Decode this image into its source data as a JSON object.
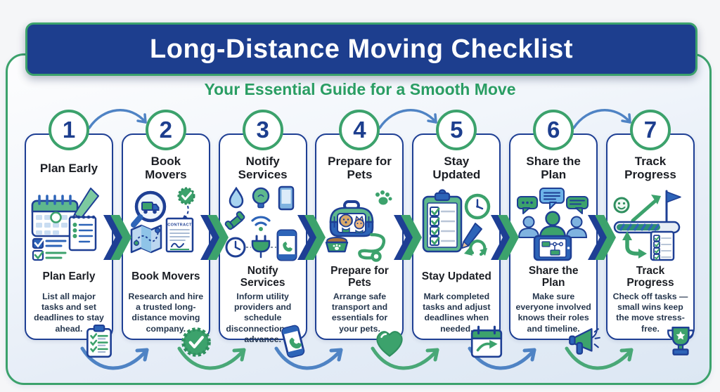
{
  "header": {
    "title": "Long-Distance Moving Checklist",
    "subtitle": "Your Essential Guide for a Smooth Move"
  },
  "colors": {
    "navy": "#1e3f94",
    "banner_navy": "#1d3e8e",
    "blue": "#2d64b8",
    "light_blue": "#7fb3e0",
    "pale_blue": "#c9ddf2",
    "green": "#3ca26c",
    "green_dark": "#2f8f5f",
    "green_light": "#5eb88d",
    "subtitle_green": "#2a9d63",
    "arrow_blue": "#4f83c4",
    "arrow_green": "#49a877",
    "tan": "#d9a868",
    "line_gray": "#9fb3cf",
    "text_dark": "#1b1e24",
    "text_body": "#26374e"
  },
  "steps": [
    {
      "number": "1",
      "title": "Plan Early",
      "title_repeat": "Plan Early",
      "description": "List all major tasks and set deadlines to stay ahead.",
      "main_icon": "calendar-planning-icon",
      "badge_icon": "clipboard-checklist-icon"
    },
    {
      "number": "2",
      "title": "Book Movers",
      "title_repeat": "Book Movers",
      "description": "Research and hire a trusted long-distance moving company.",
      "icon_text": "CONTRACT",
      "main_icon": "movers-search-contract-icon",
      "badge_icon": "verified-seal-icon"
    },
    {
      "number": "3",
      "title": "Notify Services",
      "title_repeat": "Notify Services",
      "description": "Inform utility providers and schedule disconnections in advance.",
      "main_icon": "utilities-grid-icon",
      "badge_icon": "phone-call-icon"
    },
    {
      "number": "4",
      "title": "Prepare for Pets",
      "title_repeat": "Prepare for Pets",
      "description": "Arrange safe transport and essentials for your pets.",
      "main_icon": "pet-carrier-icon",
      "badge_icon": "heart-icon"
    },
    {
      "number": "5",
      "title": "Stay Updated",
      "title_repeat": "Stay Updated",
      "description": "Mark completed tasks and adjust deadlines when needed.",
      "main_icon": "checklist-clock-icon",
      "badge_icon": "calendar-share-icon"
    },
    {
      "number": "6",
      "title": "Share the Plan",
      "title_repeat": "Share the Plan",
      "description": "Make sure everyone involved knows their roles and timeline.",
      "main_icon": "team-communication-icon",
      "badge_icon": "megaphone-icon"
    },
    {
      "number": "7",
      "title": "Track Progress",
      "title_repeat": "Track Progress",
      "description": "Check off tasks — small wins keep the move stress-free.",
      "main_icon": "progress-tracking-icon",
      "badge_icon": "trophy-icon"
    }
  ],
  "flow": {
    "top_arc_gaps": [
      0,
      3,
      5
    ],
    "bottom_arc_colors": [
      "blue",
      "green",
      "blue",
      "green",
      "blue",
      "green"
    ]
  }
}
